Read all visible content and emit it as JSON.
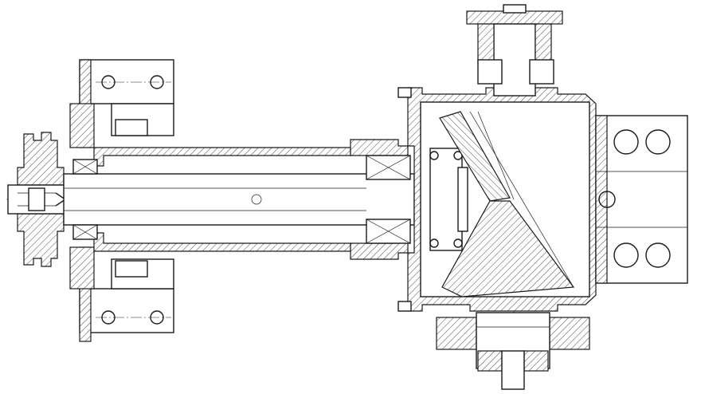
{
  "drawing": {
    "kind": "mechanical cross-section",
    "line_color": "#1a1a1a",
    "background": "#ffffff",
    "components": [
      "sprocket",
      "mounting-bracket-upper",
      "mounting-bracket-lower",
      "input-shaft",
      "shaft-housing-tube",
      "gearbox-housing",
      "bevel-pinion",
      "bevel-gear",
      "output-shaft-top",
      "output-shaft-bottom",
      "side-mount-plate"
    ]
  }
}
